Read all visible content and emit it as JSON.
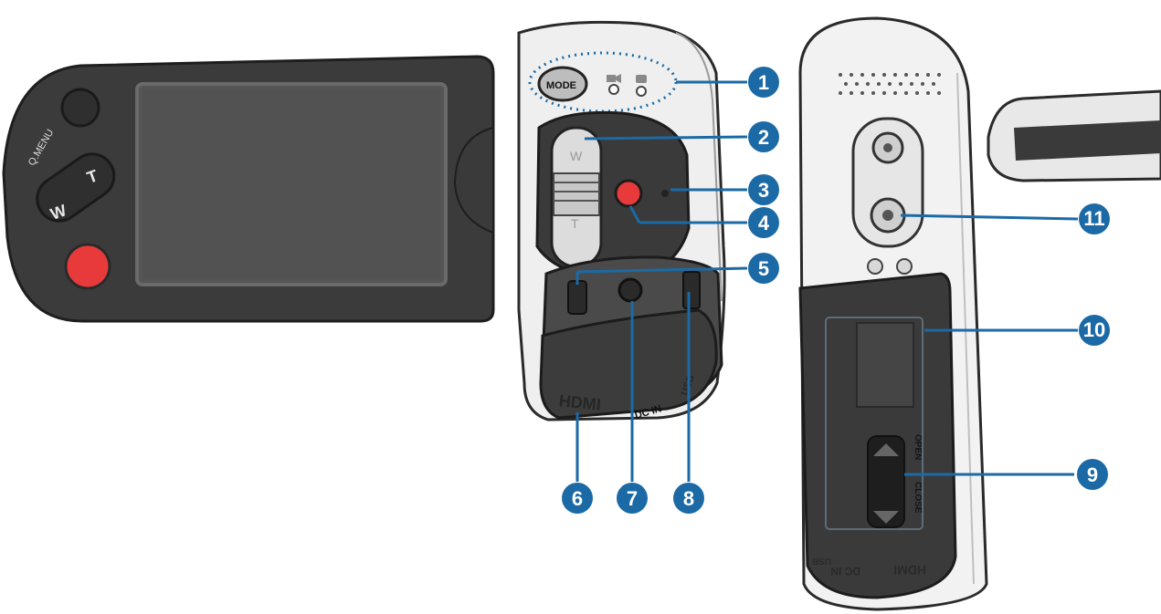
{
  "labels": {
    "mode": "MODE",
    "menu": "Q.MENU",
    "w": "W",
    "t": "T",
    "sw_w": "W",
    "sw_t": "T",
    "hdmi": "HDMI",
    "dcin": "DC IN",
    "open": "OPEN",
    "close": "CLOSE",
    "bottom_hdmi": "HDMI",
    "bottom_dcin": "DC IN",
    "bottom_usb": "USB"
  },
  "callouts": [
    "1",
    "2",
    "3",
    "4",
    "5",
    "6",
    "7",
    "8",
    "9",
    "10",
    "11"
  ],
  "colors": {
    "callout": "#1b6aa5",
    "body_dark": "#3e3e3e",
    "record": "#e83a3a",
    "leader": "#1b6aa5"
  }
}
